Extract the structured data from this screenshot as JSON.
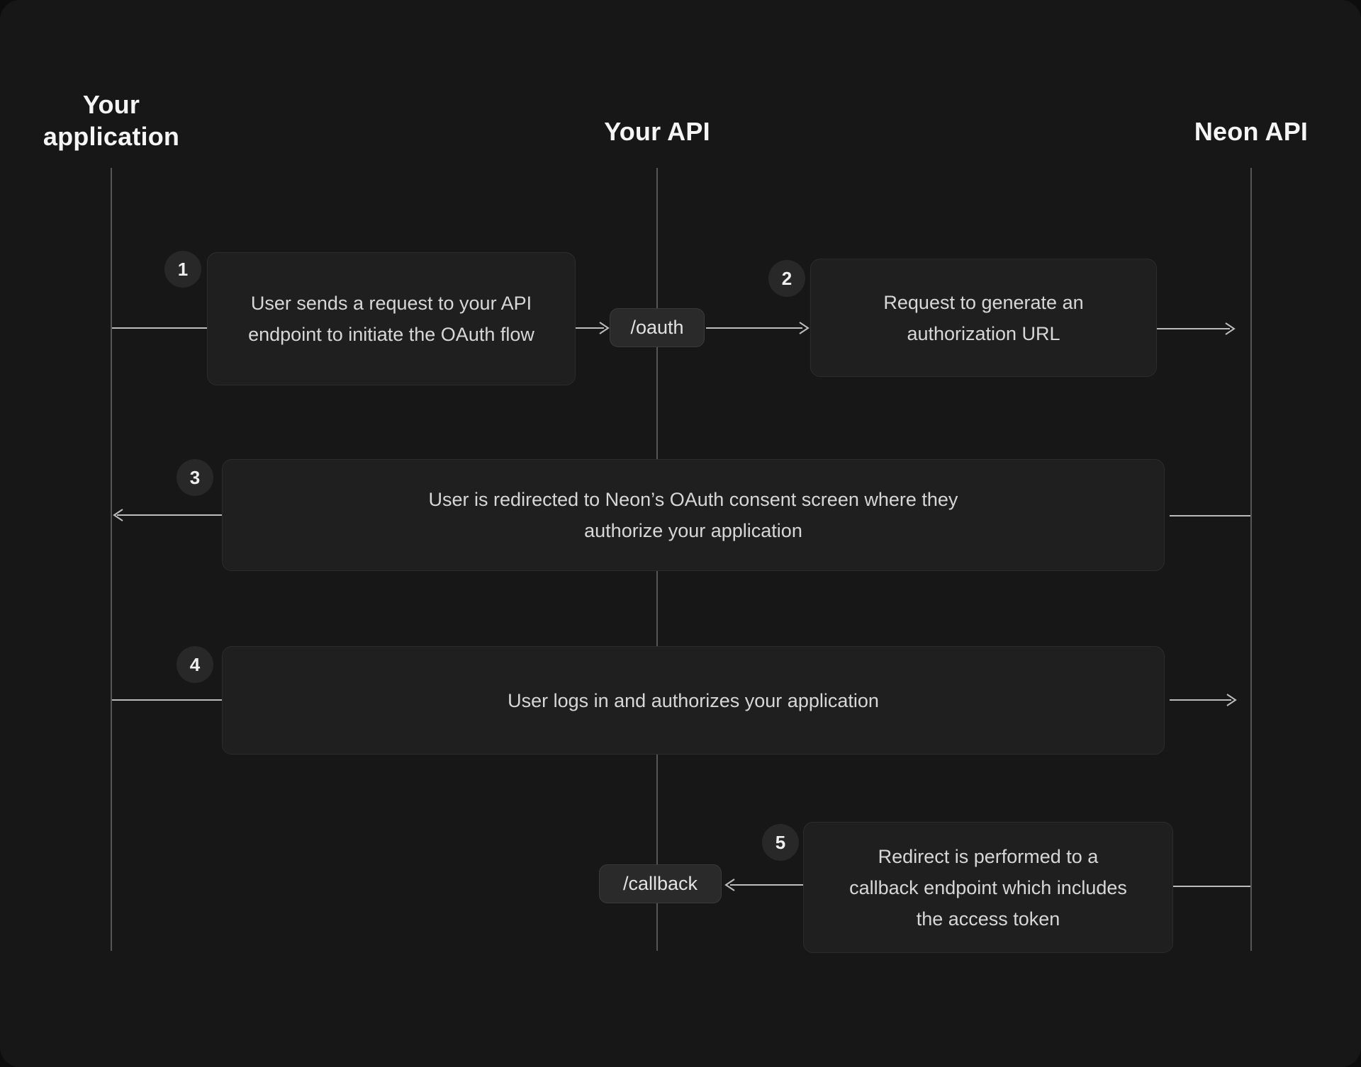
{
  "lanes": [
    {
      "label": "Your application"
    },
    {
      "label": "Your API"
    },
    {
      "label": "Neon API"
    }
  ],
  "steps": [
    {
      "number": "1",
      "text": "User sends a request to your API endpoint to initiate the OAuth flow"
    },
    {
      "number": "2",
      "text": "Request to generate an authorization URL"
    },
    {
      "number": "3",
      "text": "User is redirected to Neon’s OAuth consent screen where they authorize your application"
    },
    {
      "number": "4",
      "text": "User logs in and authorizes your application"
    },
    {
      "number": "5",
      "text": "Redirect is performed to a callback endpoint which includes the access token"
    }
  ],
  "endpoints": [
    {
      "label": "/oauth"
    },
    {
      "label": "/callback"
    }
  ],
  "colors": {
    "background": "#171717",
    "card": "#1f1f1f",
    "chip": "#2a2a2a",
    "card_text": "#d7d7d7",
    "heading_text": "#f5f5f5",
    "connector": "#bdbdbd",
    "lifeline": "#565656"
  }
}
